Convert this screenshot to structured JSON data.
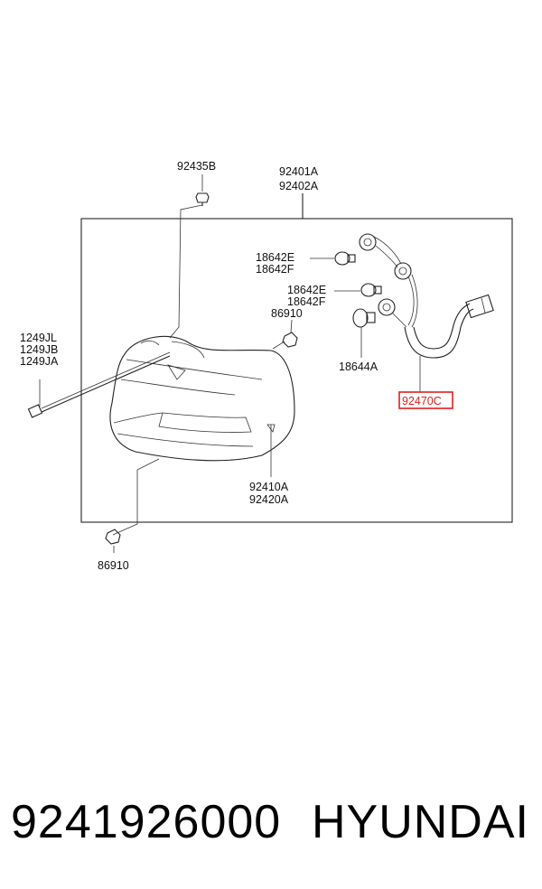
{
  "callouts": {
    "c92435B": "92435B",
    "c92401A": "92401A",
    "c92402A": "92402A",
    "c18642E_1": "18642E",
    "c18642F_1": "18642F",
    "c18642E_2": "18642E",
    "c18642F_2": "18642F",
    "c86910_top": "86910",
    "c18644A": "18644A",
    "c92470C": "92470C",
    "c1249JL": "1249JL",
    "c1249JB": "1249JB",
    "c1249JA": "1249JA",
    "c92410A": "92410A",
    "c92420A": "92420A",
    "c86910_bottom": "86910"
  },
  "highlight_color": "#e0201e",
  "footer": {
    "part_number": "9241926000",
    "brand": "HYUNDAI"
  }
}
